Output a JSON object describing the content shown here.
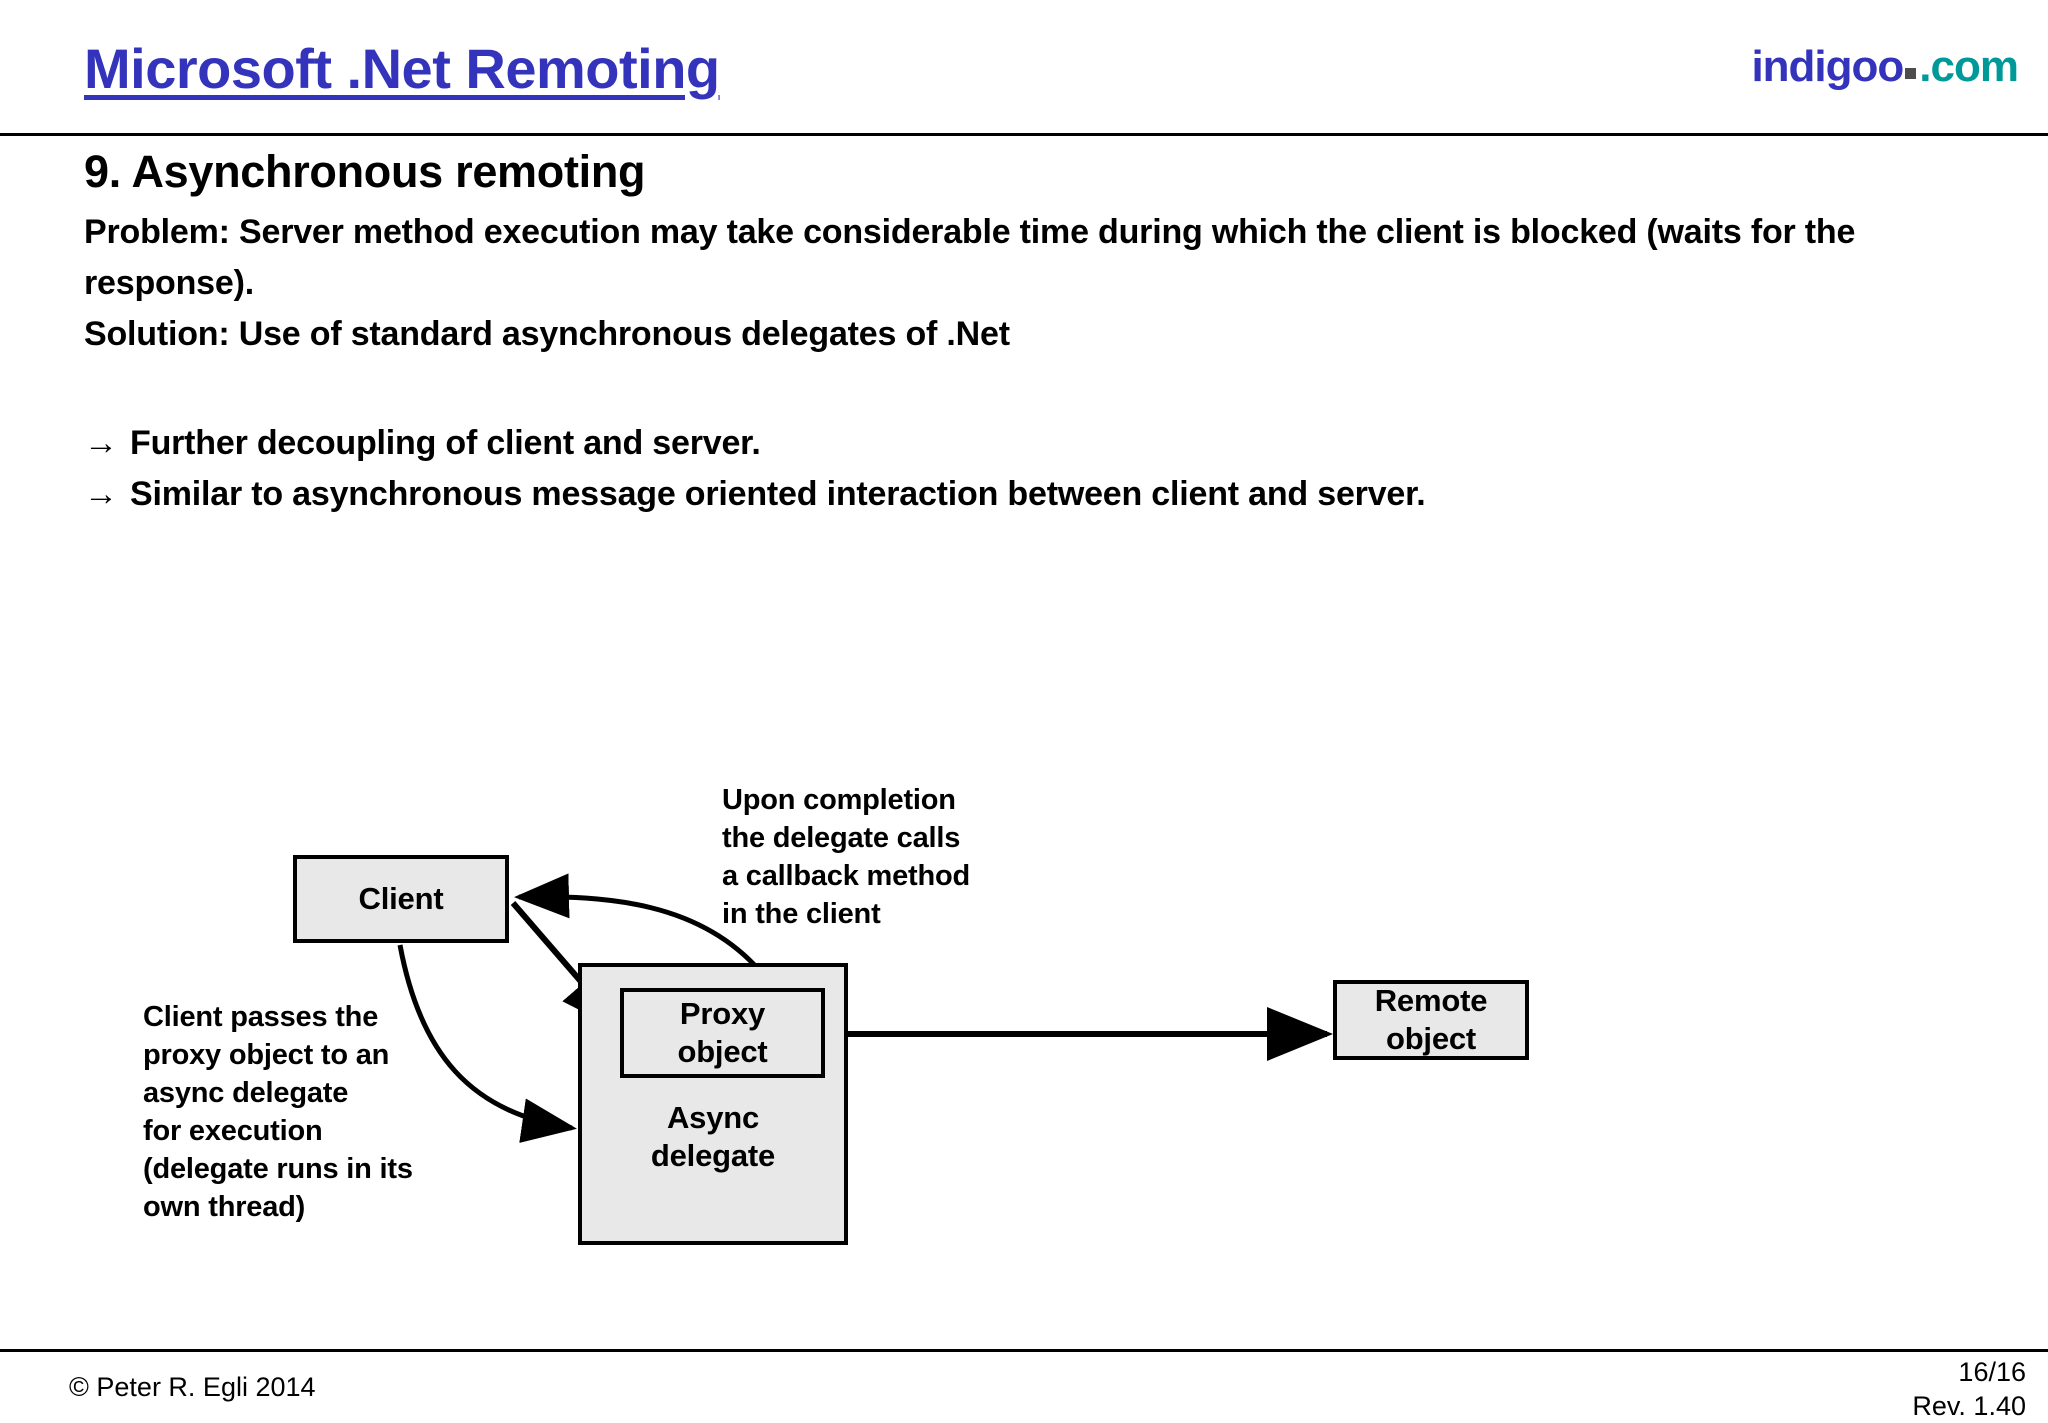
{
  "header": {
    "title": "Microsoft .Net Remoting",
    "brand": {
      "name": "indigoo",
      "tld": ".com"
    }
  },
  "slide": {
    "heading": "9. Asynchronous remoting",
    "intro": "Problem: Server method execution may take considerable time during which the client is blocked (waits for the response).\nSolution: Use of standard asynchronous delegates of .Net",
    "bullets": [
      {
        "marker": "→",
        "text": "Further decoupling of client and server."
      },
      {
        "marker": "→",
        "text": "Similar to asynchronous message oriented interaction between client and server."
      }
    ]
  },
  "diagram": {
    "boxes": {
      "client": "Client",
      "proxy": "Proxy\nobject",
      "async": "Async\ndelegate",
      "remote": "Remote\nobject"
    },
    "notes": {
      "callback": "Upon completion\nthe delegate calls\na callback method\nin the client",
      "pass": "Client passes the\nproxy object to an\nasync delegate\nfor execution\n(delegate runs in its\nown thread)"
    }
  },
  "footer": {
    "copyright": "© Peter R. Egli 2014",
    "page": "16/16",
    "revision": "Rev. 1.40"
  },
  "colors": {
    "title_blue": "#3333bb",
    "brand_teal": "#009999",
    "brand_dot": "#4d4d4d",
    "box_fill": "#e8e8e8",
    "stroke": "#000000"
  }
}
